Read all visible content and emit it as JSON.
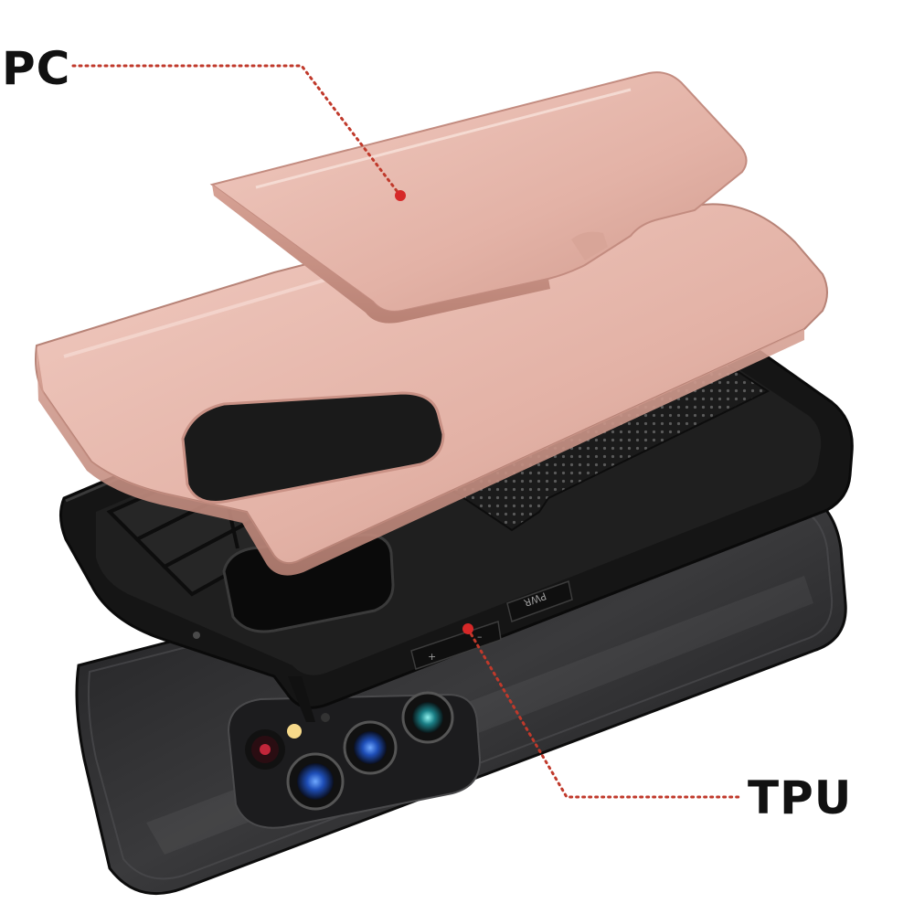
{
  "callouts": {
    "pc": "PC",
    "tpu": "TPU"
  },
  "button_labels": {
    "power": "PWR",
    "volume_up": "+",
    "volume_down": "–"
  },
  "colors": {
    "background": "#ffffff",
    "pc_shell": "#e7b9ae",
    "tpu_case": "#1a1a1a",
    "phone_body": "#2b2b2b",
    "callout_line": "#c0392b"
  }
}
